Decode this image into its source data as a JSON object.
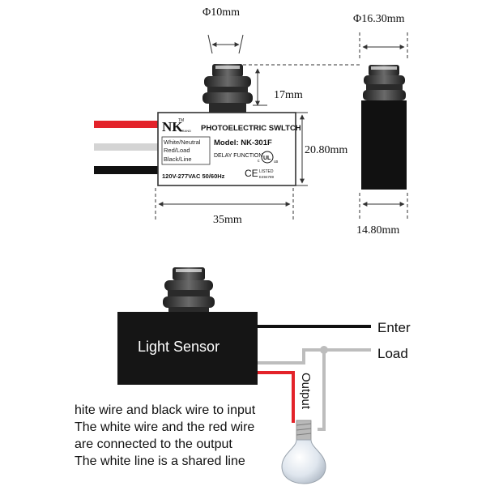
{
  "colors": {
    "red_wire": "#e3232a",
    "white_wire": "#d4d4d4",
    "black_wire": "#111111",
    "sensor_body": "#151515",
    "cap": "#444444"
  },
  "dimensions": {
    "top_diameter": "Φ10mm",
    "side_diameter": "Φ16.30mm",
    "cap_height": "17mm",
    "body_height": "20.80mm",
    "body_width": "35mm",
    "side_width": "14.80mm"
  },
  "label": {
    "brand": "NK",
    "brand_tm": "TM",
    "brand_sub": "BRAND",
    "title": "PHOTOELECTRIC SWLTCH",
    "wire_legend": [
      "White/Neutral",
      "Red/Load",
      "Black/Line"
    ],
    "model": "Model:  NK-301F",
    "delay": "DELAY FUNCTION",
    "ul": "UL",
    "ul_c": "c",
    "ul_us": "us",
    "listed": "LISTED",
    "listed_no": "E494789",
    "voltage": "120V-277VAC 50/60Hz",
    "ce": "CE"
  },
  "wiring": {
    "sensor_label": "Light Sensor",
    "enter": "Enter",
    "load": "Load",
    "output": "Output"
  },
  "notes": [
    "hite wire and black wire to input",
    "The white wire and the red wire",
    "are connected to the output",
    "The white line is a shared line"
  ]
}
